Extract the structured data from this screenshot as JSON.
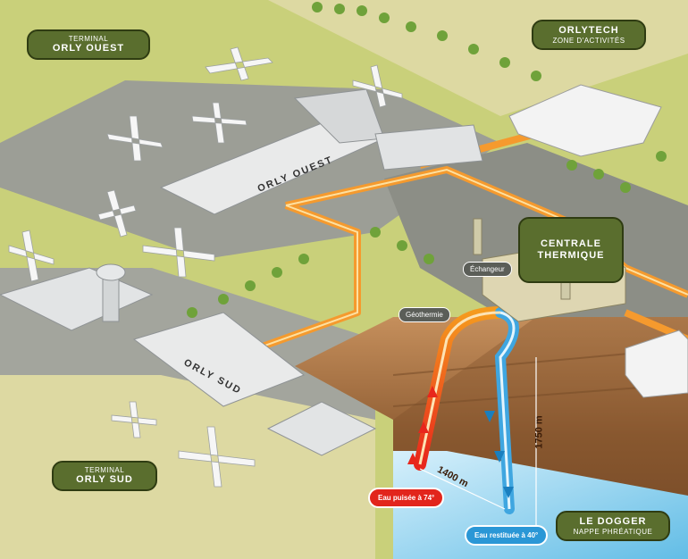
{
  "labels": {
    "terminal_ouest_top": "TERMINAL",
    "terminal_ouest_name": "ORLY OUEST",
    "orlytech_name": "ORLYTECH",
    "orlytech_sub": "ZONE D'ACTIVITÉS",
    "centrale": "CENTRALE\nTHERMIQUE",
    "echangeur": "Échangeur",
    "geothermie": "Géothermie",
    "orly_ouest_roof": "ORLY OUEST",
    "orly_sud_roof": "ORLY SUD",
    "terminal_sud_top": "TERMINAL",
    "terminal_sud_name": "ORLY SUD",
    "depth": "1750 m",
    "distance": "1400 m",
    "eau_puisee": "Eau puisée à 74°",
    "eau_restituee": "Eau restituée à 40°",
    "dogger_name": "LE DOGGER",
    "dogger_sub": "NAPPE PHRÉATIQUE"
  },
  "colors": {
    "hot_pipe": "#f07a1e",
    "cold_pipe": "#3fa6e0",
    "grass": "#c9d07a",
    "tarmac": "#8c8e86",
    "soil": "#9b6a3e",
    "label_green": "#5a6e2e"
  }
}
